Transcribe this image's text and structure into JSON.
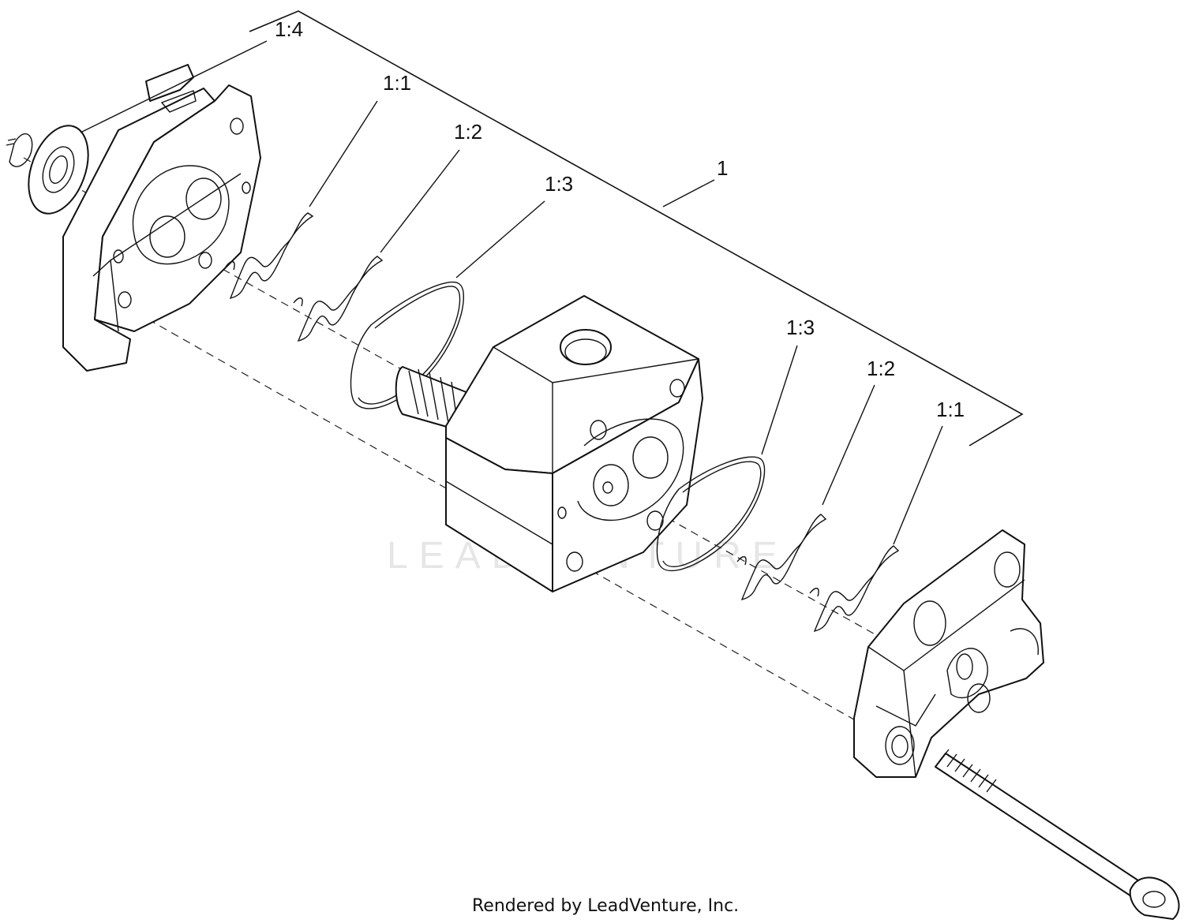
{
  "diagram": {
    "callouts": {
      "assembly": "1",
      "top_1_4": "1:4",
      "top_1_1": "1:1",
      "top_1_2": "1:2",
      "top_1_3": "1:3",
      "right_1_3": "1:3",
      "right_1_2": "1:2",
      "right_1_1": "1:1"
    },
    "watermark": "LEADVENTURE",
    "footer": "Rendered by LeadVenture, Inc."
  }
}
